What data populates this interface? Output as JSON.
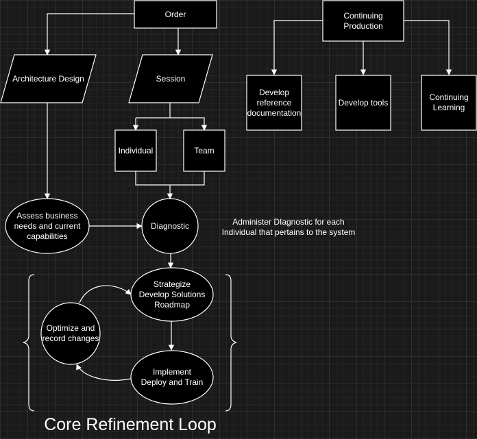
{
  "nodes": {
    "order": "Order",
    "continuing_production": "Continuing\nProduction",
    "architecture_design": "Architecture Design",
    "session": "Session",
    "develop_reference_documentation": "Develop\nreference\ndocumentation",
    "develop_tools": "Develop tools",
    "continuing_learning": "Continuing\nLearning",
    "individual": "Individual",
    "team": "Team",
    "assess_business_needs": "Assess business\nneeds and current\ncapabilities",
    "diagnostic": "Diagnostic",
    "strategize": "Strategize\nDevelop Solutions\nRoadmap",
    "optimize": "Optimize and\nrecord changes",
    "implement": "Implement\nDeploy and Train"
  },
  "annotation": "Administer DIagnostic for each\nIndividual that pertains to the system",
  "loop_title": "Core Refinement Loop"
}
